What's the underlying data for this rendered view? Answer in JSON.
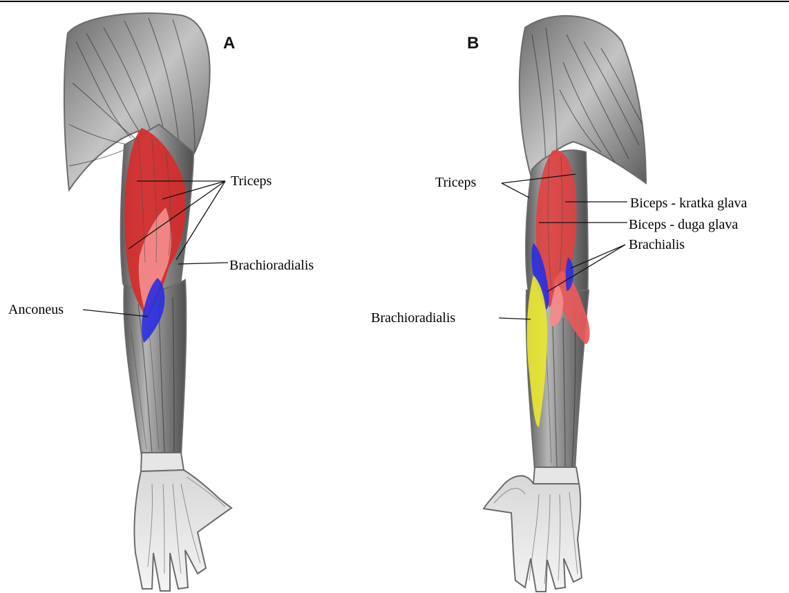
{
  "panels": {
    "a": {
      "letter": "A"
    },
    "b": {
      "letter": "B"
    }
  },
  "labels": {
    "a_triceps": "Triceps",
    "a_brachioradialis": "Brachioradialis",
    "a_anconeus": "Anconeus",
    "b_triceps": "Triceps",
    "b_biceps_short": "Biceps - kratka glava",
    "b_biceps_long": "Biceps - duga glava",
    "b_brachialis": "Brachialis",
    "b_brachioradialis": "Brachioradialis"
  },
  "colors": {
    "triceps": "#d62b2b",
    "biceps": "#e04040",
    "highlight_light": "#f28a8a",
    "anconeus": "#2a2ee0",
    "brachialis": "#2a2ee0",
    "brachioradialis": "#e8e632",
    "muscle_gray": "#8c8c8c",
    "skin": "#f0f0f0"
  }
}
